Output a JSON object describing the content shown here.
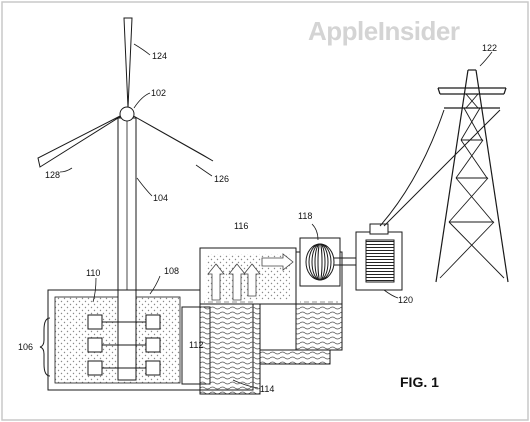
{
  "watermark": {
    "text": "AppleInsider"
  },
  "figure": {
    "caption": "FIG. 1"
  },
  "ref_labels": {
    "blade_top": "124",
    "hub": "102",
    "blade_left": "128",
    "blade_right": "126",
    "mast": "104",
    "tower": "122",
    "chamber": "116",
    "coil": "118",
    "generator": "120",
    "housing_left": "110",
    "housing_top": "108",
    "modules": "106",
    "box": "112",
    "fluid": "114"
  },
  "colors": {
    "line": "#1a1a1a",
    "fill_light": "#efefef",
    "water": "#dcdcdc",
    "border": "#c9c9c9",
    "watermark": "#d4d4d4"
  }
}
